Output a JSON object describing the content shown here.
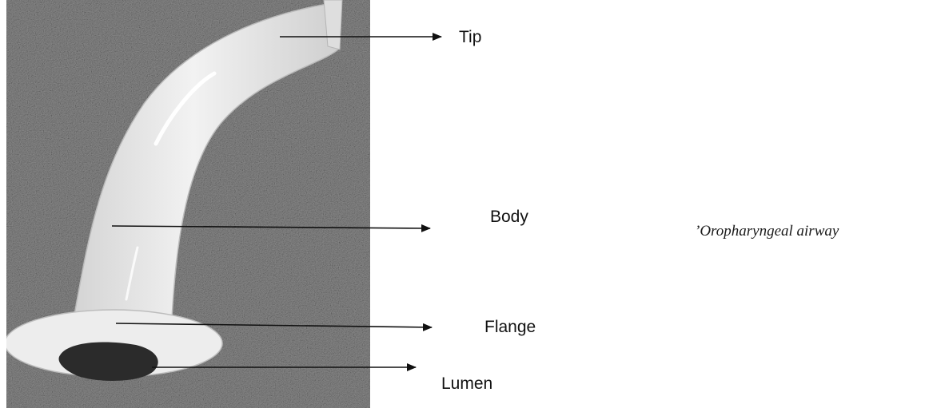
{
  "diagram": {
    "labels": {
      "tip": "Tip",
      "body": "Body",
      "flange": "Flange",
      "lumen": "Lumen"
    },
    "caption": "’Oropharyngeal airway",
    "colors": {
      "background_photo": "#8a8a8a",
      "tube": "#e9e9e9",
      "lumen": "#2b2b2b",
      "arrow": "#111111"
    }
  }
}
